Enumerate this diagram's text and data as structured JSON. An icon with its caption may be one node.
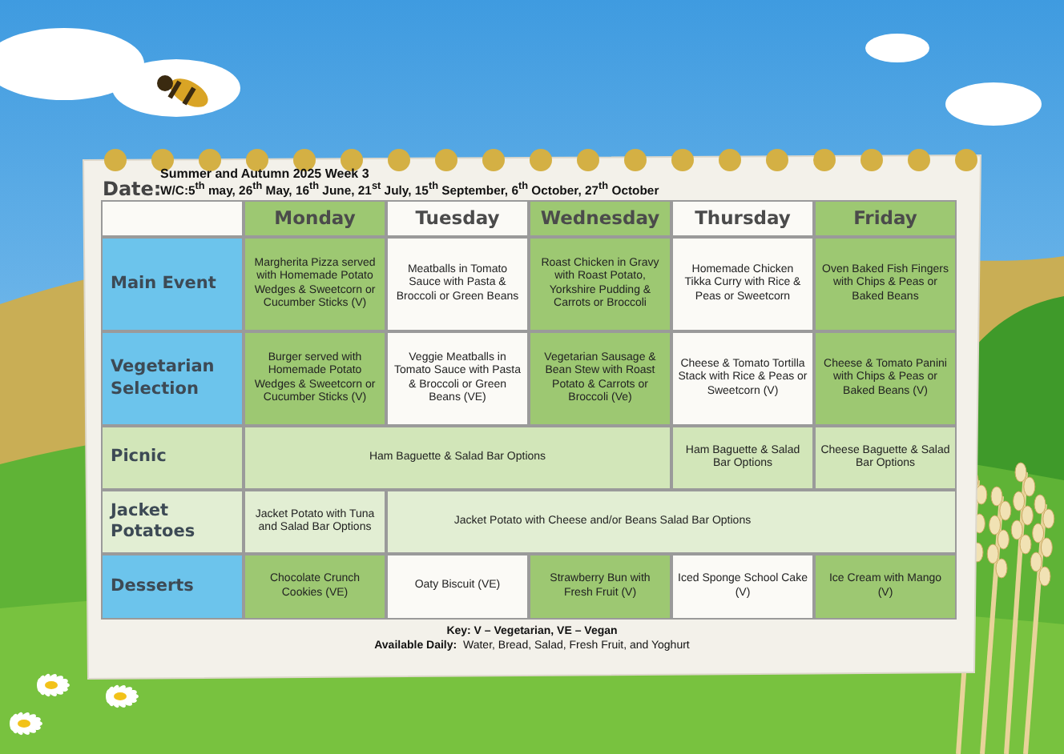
{
  "diagram": {
    "labels": [
      "Summer and Autumn 2025 Week 3",
      "Date:",
      "W/C:5$^{th}$ may, 26$^{th}$ May, 16$^{th}$ June, 21$^{st}$ July, 15$^{th}$ September, 6$^{th}$ October, 27$^{th}$ October",
      "Monday",
      "Tuesday",
      "Wednesday",
      "Thursday",
      "Friday",
      "Main Event",
      "Margherita Pizza served with Homemade Potato Wedges & Sweetcorn or Cucumber Sticks (V)",
      "Meatballs in Tomato Sauce with Pasta & Broccoli or Green Beans",
      "Roast Chicken in Gravy with Roast Potato, Yorkshire Pudding & Carrots or Broccoli",
      "Homemade Chicken Tikka Curry with Rice & Peas or Sweetcorn",
      "Oven Baked Fish Fingers with Chips & Peas or Baked Beans",
      "Vegetarian Selection",
      "Burger served with Homemade Potato Wedges & Sweetcorn or Cucumber Sticks (V)",
      "Veggie Meatballs in Tomato Sauce with Pasta & Broccoli or Green Beans (VE)",
      "Vegetarian Sausage & Bean Stew with Roast Potato & Carrots or Broccoli (Ve)",
      "Cheese & Tomato Tortilla Stack with Rice & Peas or Sweetcorn (V)",
      "Cheese & Tomato Panini with Chips & Peas or Baked Beans (V)",
      "Picnic",
      "Ham Baguette & Salad Bar Options",
      "Ham Baguette & Salad Bar Options",
      "Cheese Baguette & Salad Bar Options",
      "Jacket Potatoes",
      "Jacket Potato with Tuna and Salad Bar Options",
      "Jacket Potato with Cheese and/or Beans Salad Bar Options",
      "Desserts",
      "Chocolate Crunch Cookies (VE)",
      "Oaty Biscuit (VE)",
      "Strawberry Bun with Fresh Fruit (V)",
      "Iced Sponge School Cake (V)",
      "Ice Cream with Mango (V)",
      "Key: V – Vegetarian, VE – Vegan",
      "**Available Daily:**  Water, Bread, Salad, Fresh Fruit, and Yoghurt"
    ]
  }
}
